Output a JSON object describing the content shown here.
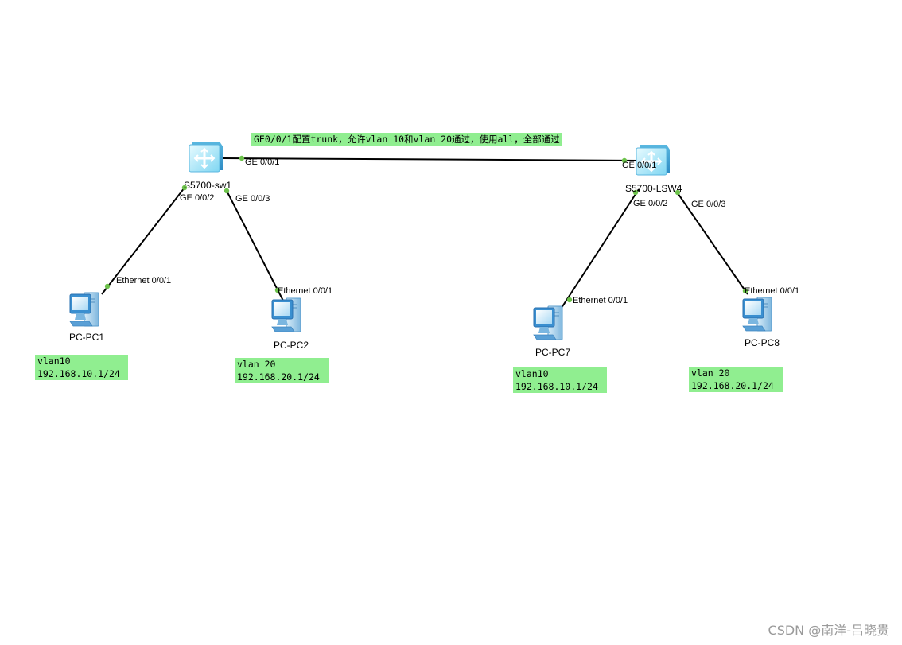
{
  "devices": {
    "sw1": {
      "label": "S5700-sw1"
    },
    "sw4": {
      "label": "S5700-LSW4"
    },
    "pc1": {
      "label": "PC-PC1"
    },
    "pc2": {
      "label": "PC-PC2"
    },
    "pc7": {
      "label": "PC-PC7"
    },
    "pc8": {
      "label": "PC-PC8"
    }
  },
  "ports": {
    "sw1_ge1": "GE 0/0/1",
    "sw1_ge2": "GE 0/0/2",
    "sw1_ge3": "GE 0/0/3",
    "sw4_ge1": "GE 0/0/1",
    "sw4_ge2": "GE 0/0/2",
    "sw4_ge3": "GE 0/0/3",
    "pc1_eth": "Ethernet 0/0/1",
    "pc2_eth": "Ethernet 0/0/1",
    "pc7_eth": "Ethernet 0/0/1",
    "pc8_eth": "Ethernet 0/0/1"
  },
  "notes": {
    "trunk": "GE0/0/1配置trunk，允许vlan 10和vlan 20通过，使用all，全部通过",
    "pc1": {
      "line1": "vlan10",
      "line2": "192.168.10.1/24"
    },
    "pc2": {
      "line1": "vlan 20",
      "line2": "192.168.20.1/24"
    },
    "pc7": {
      "line1": "vlan10",
      "line2": "192.168.10.1/24"
    },
    "pc8": {
      "line1": "vlan 20",
      "line2": "192.168.20.1/24"
    }
  },
  "watermark": "CSDN @南洋-吕晓贵",
  "colors": {
    "note_bg": "#90ee90",
    "port_dot": "#6cc24a",
    "link": "#000000"
  },
  "icons": {
    "switch": "layer3-switch-icon",
    "pc": "pc-workstation-icon"
  }
}
